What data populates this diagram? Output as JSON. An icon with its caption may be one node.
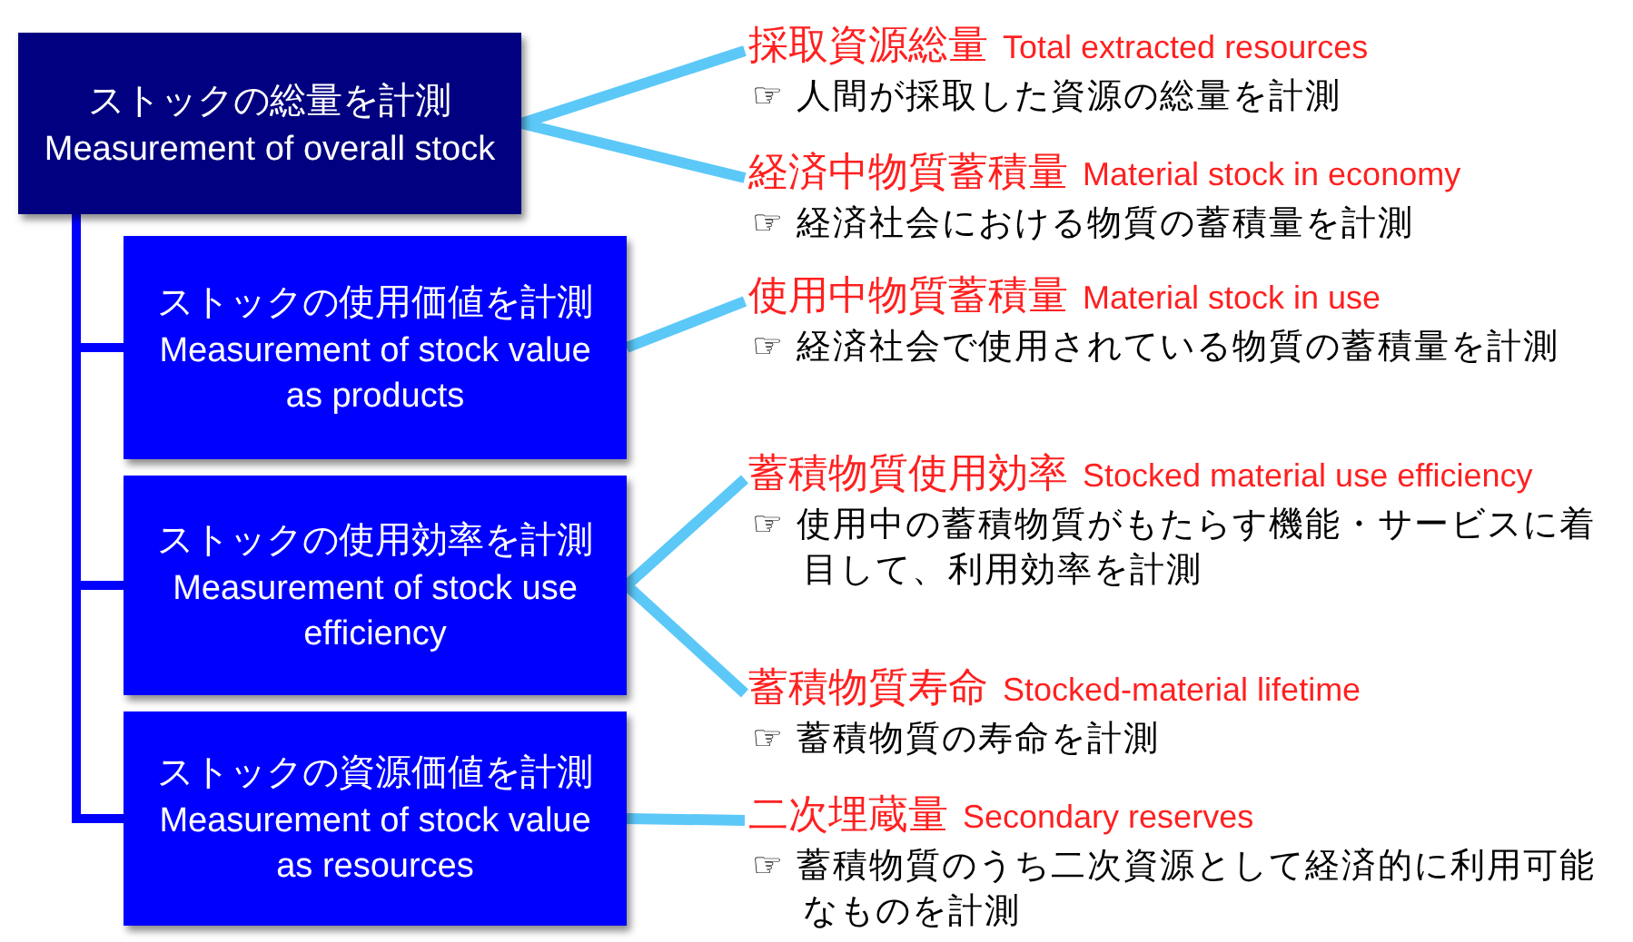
{
  "diagram": {
    "nodes": [
      {
        "text": [
          "ストックの総量を計測",
          "Measurement of overall stock"
        ]
      },
      {
        "text": [
          "ストックの使用価値を計測",
          "Measurement of stock value as products"
        ]
      },
      {
        "text": [
          "ストックの使用効率を計測",
          "Measurement of stock use efficiency"
        ]
      },
      {
        "text": [
          "ストックの資源価値を計測",
          "Measurement of stock value as resources"
        ]
      },
      {
        "text": [
          "採取資源総量",
          "Total extracted resources",
          "☞ 人間が採取した資源の総量を計測"
        ]
      },
      {
        "text": [
          "経済中物質蓄積量",
          "Material stock in economy",
          "☞ 経済社会における物質の蓄積量を計測"
        ]
      },
      {
        "text": [
          "使用中物質蓄積量",
          "Material stock in use",
          "☞ 経済社会で使用されている物質の蓄積量を計測"
        ]
      },
      {
        "text": [
          "蓄積物質使用効率",
          "Stocked material use efficiency",
          "☞ 使用中の蓄積物質がもたらす機能・サービスに着目して、利用効率を計測"
        ]
      },
      {
        "text": [
          "蓄積物質寿命",
          "Stocked-material lifetime",
          "☞ 蓄積物質の寿命を計測"
        ]
      },
      {
        "text": [
          "二次埋蔵量",
          "Secondary reserves",
          "☞ 蓄積物質のうち二次資源として経済的に利用可能なものを計測"
        ]
      }
    ],
    "edges": [
      {
        "from": 0,
        "to": 1,
        "arrow": "none",
        "color": "#0000ff"
      },
      {
        "from": 0,
        "to": 2,
        "arrow": "none",
        "color": "#0000ff"
      },
      {
        "from": 0,
        "to": 3,
        "arrow": "none",
        "color": "#0000ff"
      },
      {
        "from": 0,
        "to": 4,
        "arrow": "none"
      },
      {
        "from": 0,
        "to": 5,
        "arrow": "none"
      },
      {
        "from": 1,
        "to": 6,
        "arrow": "none"
      },
      {
        "from": 2,
        "to": 7,
        "arrow": "none"
      },
      {
        "from": 2,
        "to": 8,
        "arrow": "none"
      },
      {
        "from": 3,
        "to": 9,
        "arrow": "none"
      }
    ]
  }
}
